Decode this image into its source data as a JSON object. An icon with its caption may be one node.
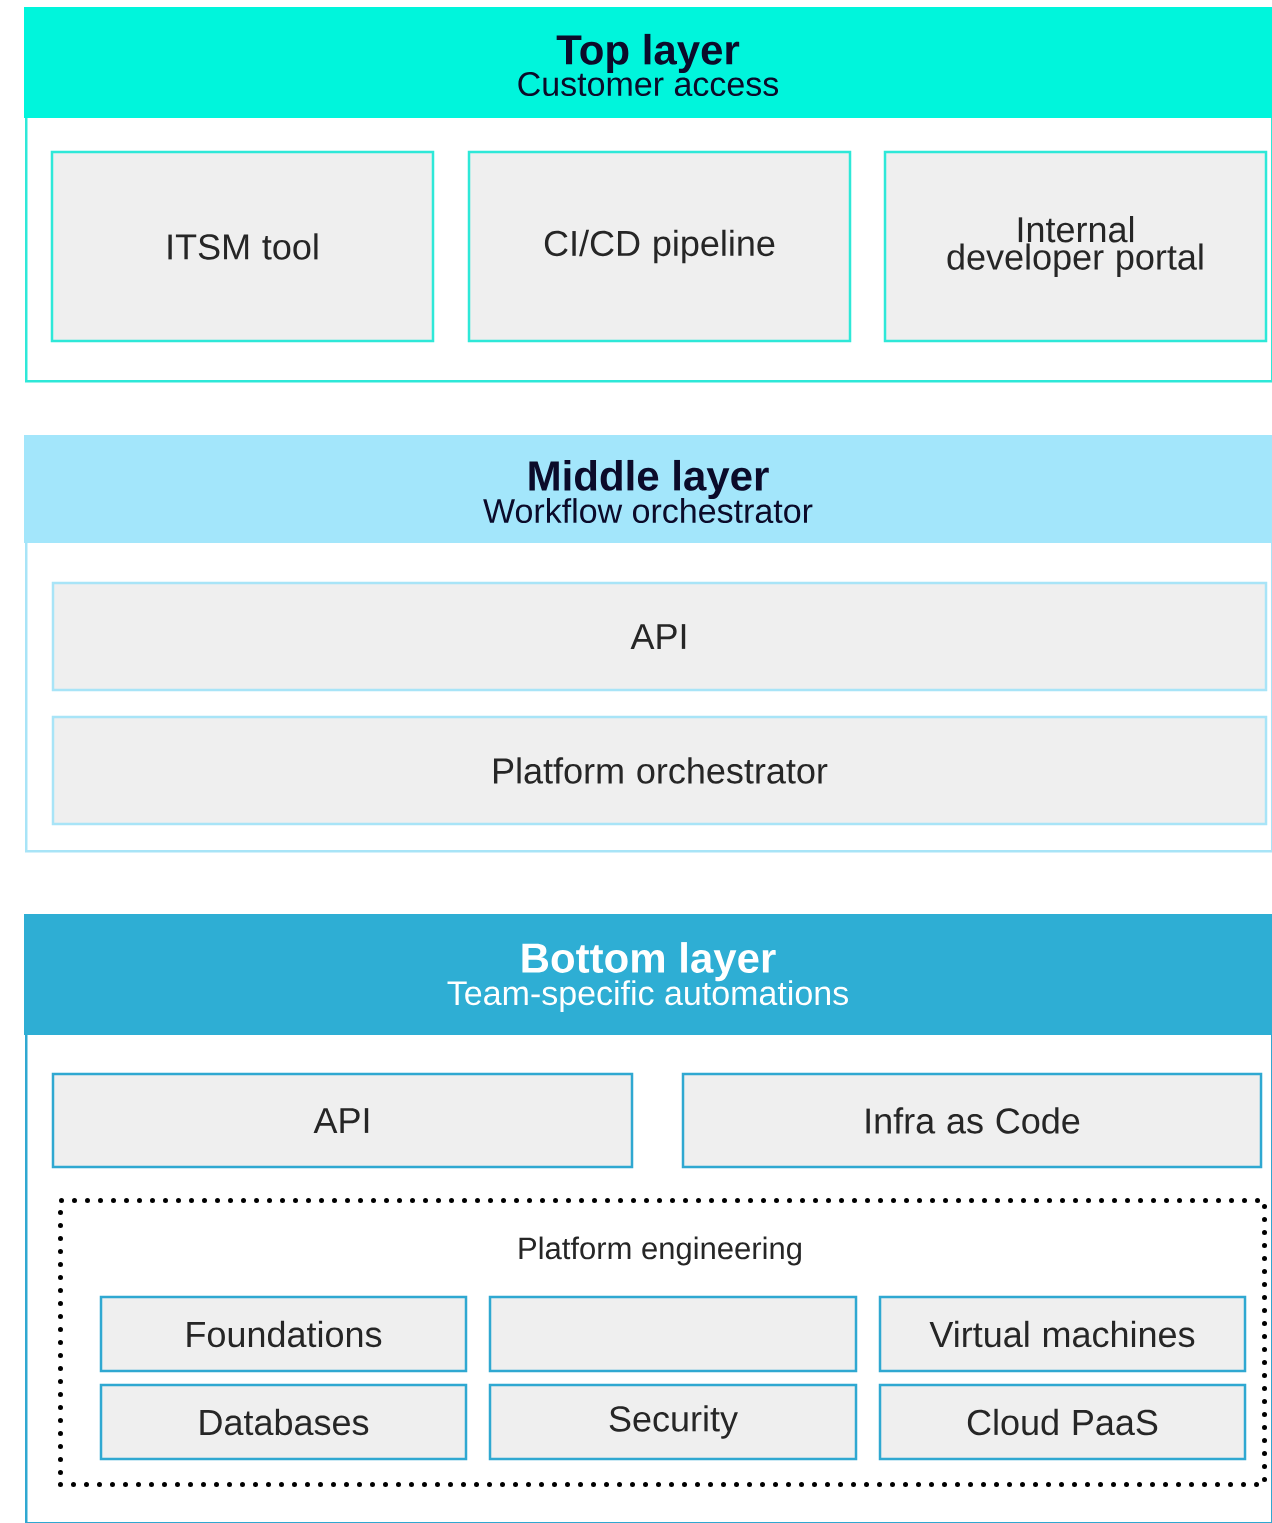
{
  "diagram": {
    "nodes": [
      {
        "text": [
          "Top layer",
          "Customer access"
        ]
      },
      {
        "text": [
          "ITSM tool"
        ],
        "in": 0
      },
      {
        "text": [
          "CI/CD pipeline"
        ],
        "in": 0
      },
      {
        "text": [
          "Internal developer portal"
        ],
        "in": 0
      },
      {
        "text": [
          "Middle layer",
          "Workflow orchestrator"
        ]
      },
      {
        "text": [
          "API"
        ],
        "in": 4
      },
      {
        "text": [
          "Platform orchestrator"
        ],
        "in": 4
      },
      {
        "text": [
          "Bottom layer",
          "Team-specific automations"
        ]
      },
      {
        "text": [
          "API"
        ],
        "in": 7
      },
      {
        "text": [
          "Infra as Code"
        ],
        "in": 7
      },
      {
        "text": [
          "Platform engineering"
        ],
        "in": 7
      },
      {
        "text": [
          "Foundations"
        ],
        "in": 10
      },
      {
        "text": [],
        "shape": "box",
        "in": 10
      },
      {
        "text": [
          "Virtual machines"
        ],
        "in": 10
      },
      {
        "text": [
          "Databases"
        ],
        "in": 10
      },
      {
        "text": [
          "Security"
        ],
        "in": 10
      },
      {
        "text": [
          "Cloud PaaS"
        ],
        "in": 10
      }
    ]
  }
}
